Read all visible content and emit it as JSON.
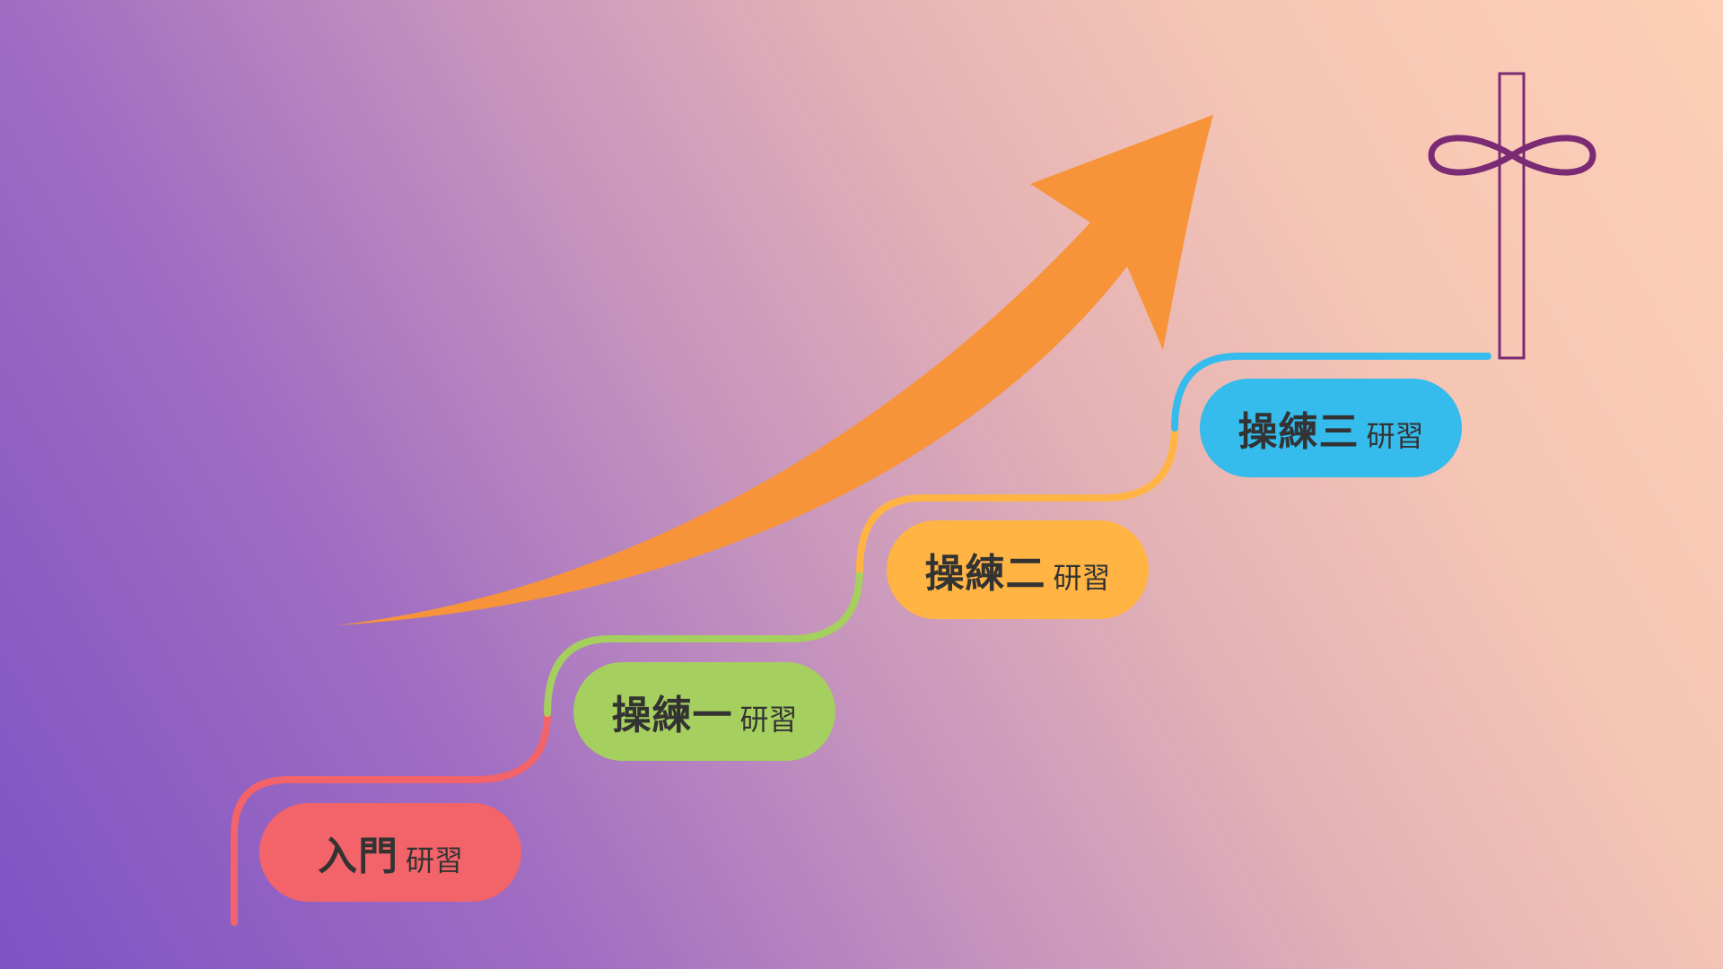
{
  "colors": {
    "level_0": "#f2636a",
    "level_1": "#a5cf5e",
    "level_2": "#ffb444",
    "level_3": "#35bbec",
    "arrow": "#f7943a",
    "cross": "#7b2a74"
  },
  "steps": [
    {
      "title": "入門",
      "suffix": "研習"
    },
    {
      "title": "操練一",
      "suffix": "研習"
    },
    {
      "title": "操練二",
      "suffix": "研習"
    },
    {
      "title": "操練三",
      "suffix": "研習"
    }
  ],
  "icons": {
    "goal": "cross-infinity-icon",
    "growth": "rising-arrow-icon"
  }
}
